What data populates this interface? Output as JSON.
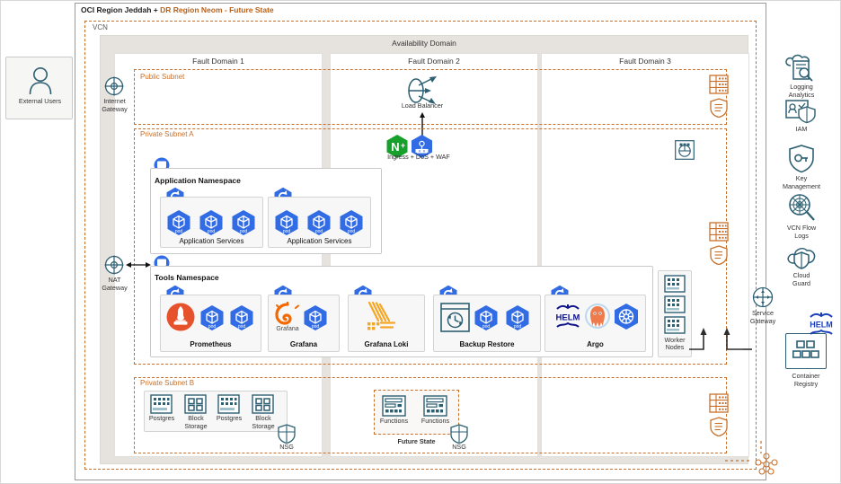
{
  "region": {
    "title_main": "OCI Region Jeddah + ",
    "title_dr": "DR Region Neom - Future State",
    "vcn_label": "VCN"
  },
  "external": {
    "label": "External Users",
    "icon": "user-icon"
  },
  "gateways": {
    "internet": "Internet\nGateway",
    "internet_l1": "Internet",
    "internet_l2": "Gateway",
    "nat_l1": "NAT",
    "nat_l2": "Gateway",
    "service_l1": "Service",
    "service_l2": "Gateway"
  },
  "availability_domain": {
    "title": "Availability Domain"
  },
  "fault_domains": [
    {
      "title": "Fault Domain 1"
    },
    {
      "title": "Fault Domain 2"
    },
    {
      "title": "Fault Domain 3"
    }
  ],
  "subnets": {
    "public": "Public Subnet",
    "private_a": "Private Subnet A",
    "private_b": "Private Subnet B"
  },
  "load_balancer": {
    "label": "Load Balancer"
  },
  "ingress": {
    "label": "Ingress + DoS + WAF",
    "nginx": "N+"
  },
  "app_namespace": {
    "title": "Application Namespace",
    "groups": [
      {
        "title": "Application Services",
        "pods": [
          "pod",
          "pod",
          "pod"
        ]
      },
      {
        "title": "Application Services",
        "pods": [
          "pod",
          "pod",
          "pod"
        ]
      }
    ]
  },
  "tools_namespace": {
    "title": "Tools Namespace",
    "groups": [
      {
        "title": "Prometheus",
        "pods": [
          "pod",
          "pod"
        ]
      },
      {
        "title": "Grafana",
        "pods": [
          "pod"
        ],
        "wordmark": "Grafana"
      },
      {
        "title": "Grafana Loki",
        "pods": []
      },
      {
        "title": "Backup Restore",
        "pods": [
          "pod",
          "pod"
        ]
      },
      {
        "title": "Argo",
        "pods": [],
        "helm": "HELM"
      }
    ]
  },
  "worker_nodes": {
    "label_l1": "Worker",
    "label_l2": "Nodes"
  },
  "private_b": {
    "items": [
      {
        "label_l1": "Postgres",
        "label_l2": "",
        "icon": "database-icon"
      },
      {
        "label_l1": "Block",
        "label_l2": "Storage",
        "icon": "block-storage-icon"
      },
      {
        "label_l1": "Postgres",
        "label_l2": "",
        "icon": "database-icon"
      },
      {
        "label_l1": "Block",
        "label_l2": "Storage",
        "icon": "block-storage-icon"
      }
    ],
    "nsg": "NSG"
  },
  "future_state": {
    "title": "Future State",
    "items": [
      {
        "label": "Functions"
      },
      {
        "label": "Functions"
      }
    ],
    "nsg": "NSG"
  },
  "oci_services": [
    {
      "label_l1": "Logging",
      "label_l2": "Analytics",
      "icon": "logging-analytics-icon"
    },
    {
      "label_l1": "IAM",
      "label_l2": "",
      "icon": "iam-icon"
    },
    {
      "label_l1": "Key",
      "label_l2": "Management",
      "icon": "key-management-icon"
    },
    {
      "label_l1": "VCN Flow",
      "label_l2": "Logs",
      "icon": "vcn-flow-logs-icon"
    },
    {
      "label_l1": "Cloud",
      "label_l2": "Guard",
      "icon": "cloud-guard-icon"
    }
  ],
  "container_registry": {
    "label_l1": "Container",
    "label_l2": "Registry",
    "helm": "HELM"
  },
  "colors": {
    "oci_orange": "#c8702a",
    "oci_teal": "#2c5f72",
    "k8s_blue": "#326ce5",
    "nginx_green": "#17a02c",
    "prometheus_orange": "#e6522c",
    "grafana_orange": "#f46800",
    "loki_yellow": "#f5a623",
    "argo_orange": "#ef7b4d",
    "helm_blue": "#0f1689",
    "grey_panel": "#e6e3de"
  }
}
